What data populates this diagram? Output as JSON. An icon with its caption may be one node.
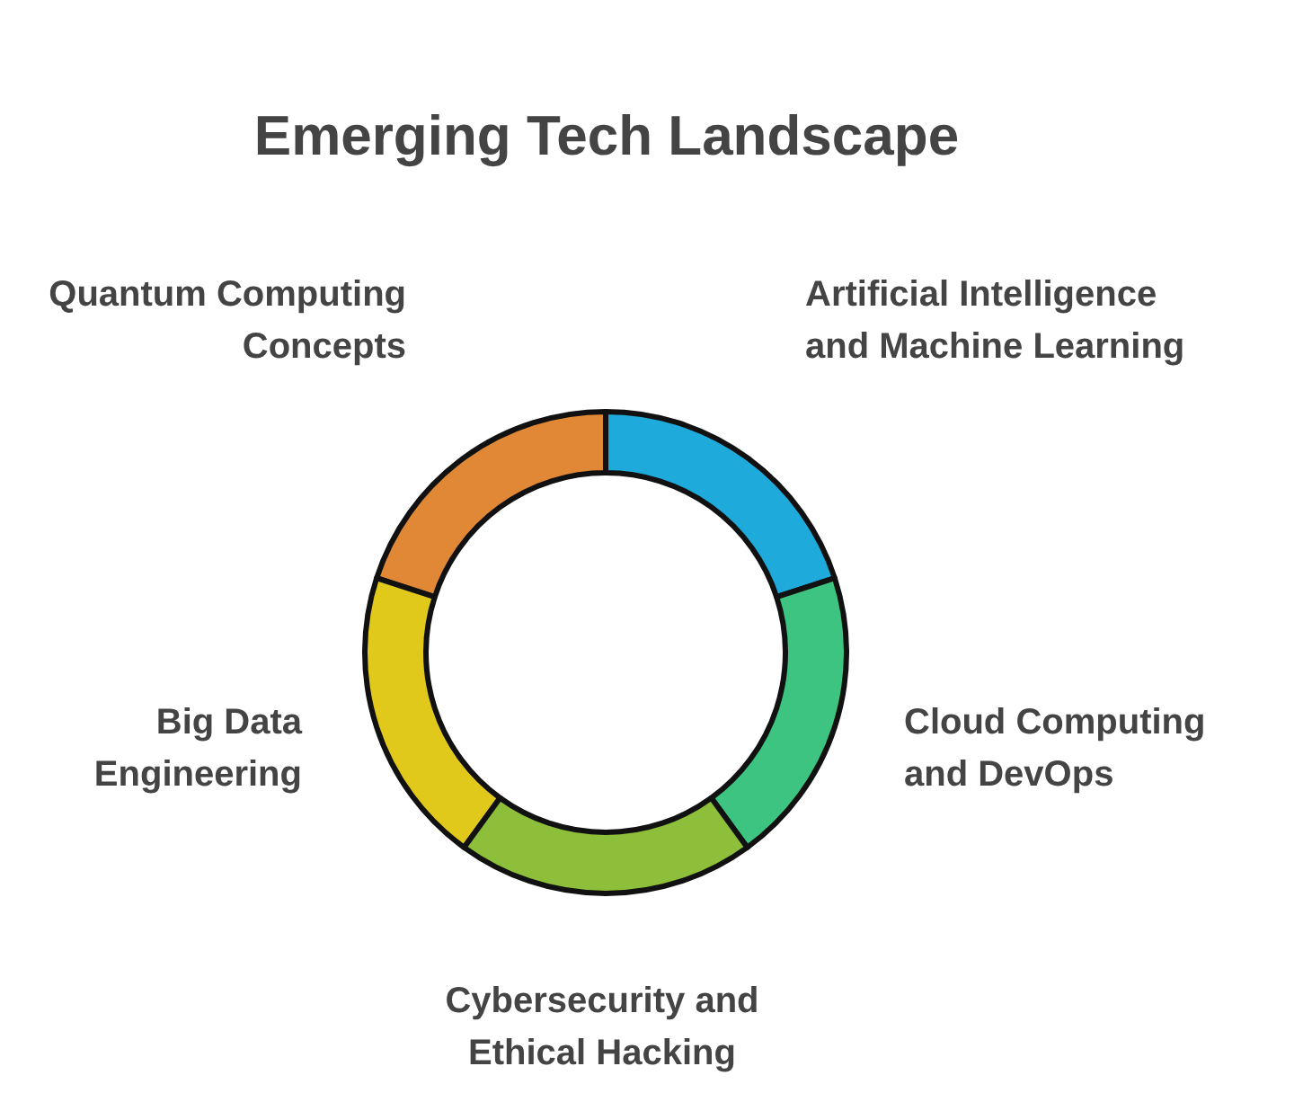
{
  "diagram": {
    "title": "Emerging Tech Landscape",
    "nodes": [
      {
        "text": [],
        "shape": "segment",
        "beside": [
          "Quantum Computing Concepts"
        ]
      },
      {
        "text": [],
        "shape": "segment",
        "beside": [
          "Artificial Intelligence and Machine Learning"
        ]
      },
      {
        "text": [],
        "shape": "segment",
        "beside": [
          "Big Data Engineering"
        ]
      },
      {
        "text": [],
        "shape": "segment",
        "beside": [
          "Cloud Computing and DevOps"
        ]
      },
      {
        "text": [],
        "shape": "segment",
        "beside": [
          "Cybersecurity and Ethical Hacking"
        ]
      }
    ]
  }
}
